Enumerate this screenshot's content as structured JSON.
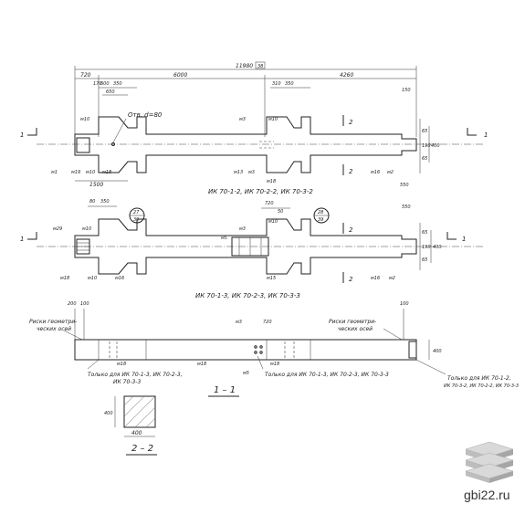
{
  "plan_top": {
    "dims_total": "11980",
    "dims_total_box": "38",
    "dim_left": "720",
    "dim_mid": "6000",
    "dim_right": "4260",
    "dim_170": "170",
    "dim_600": "600",
    "dim_350": "350",
    "dim_650": "650",
    "dim_1500": "1500",
    "dim_310": "310",
    "dim_350b": "350",
    "dim_150": "150",
    "dim_550": "550",
    "hole_label": "Отв. d=80",
    "marks": [
      "м10",
      "м3",
      "м10",
      "м1",
      "м19",
      "м10",
      "м18",
      "м13",
      "м3",
      "м18",
      "м16",
      "м2"
    ],
    "right_dims": [
      "65",
      "190",
      "65",
      "400"
    ],
    "caption": "ИК 70-1-2, ИК 70-2-2, ИК 70-3-2",
    "section_marks": [
      "1",
      "1",
      "2",
      "2"
    ]
  },
  "plan_mid": {
    "dim_80": "80",
    "dim_350": "350",
    "dim_720": "720",
    "dim_50": "50",
    "dim_550": "550",
    "circle_left_top": "27",
    "circle_left_bot": "39",
    "circle_right_top": "28",
    "circle_right_bot": "39",
    "marks": [
      "м29",
      "м10",
      "м5",
      "м3",
      "м10",
      "м18",
      "м10",
      "м16",
      "м15",
      "м16",
      "м2"
    ],
    "right_dims": [
      "65",
      "190",
      "65",
      "400"
    ],
    "caption": "ИК 70-1-3, ИК 70-2-3, ИК 70-3-3",
    "section_marks": [
      "1",
      "1",
      "2",
      "2"
    ]
  },
  "elevation": {
    "dim_200": "200",
    "dim_100": "100",
    "dim_720": "720",
    "dim_100b": "100",
    "left_label_1": "Риски геометри-",
    "left_label_2": "ческих осей",
    "right_label_1": "Риски геометри-",
    "right_label_2": "ческих осей",
    "marks": [
      "м3",
      "м18",
      "м18",
      "м5",
      "м18"
    ],
    "note_left_1": "Только для ИК 70-1-3, ИК 70-2-3,",
    "note_left_2": "ИК 70-3-3",
    "note_mid": "Только для ИК 70-1-3, ИК 70-2-3, ИК 70-3-3",
    "note_right_1": "Только для ИК 70-1-2,",
    "note_right_2": "ИК 70-3-2, ИК 70-2-2, ИК 70-3-3",
    "right_dim": "400",
    "section_title": "1 – 1"
  },
  "section_22": {
    "dim_height": "400",
    "dim_width": "400",
    "title": "2 – 2"
  },
  "watermark": {
    "site": "gbi22.ru"
  }
}
